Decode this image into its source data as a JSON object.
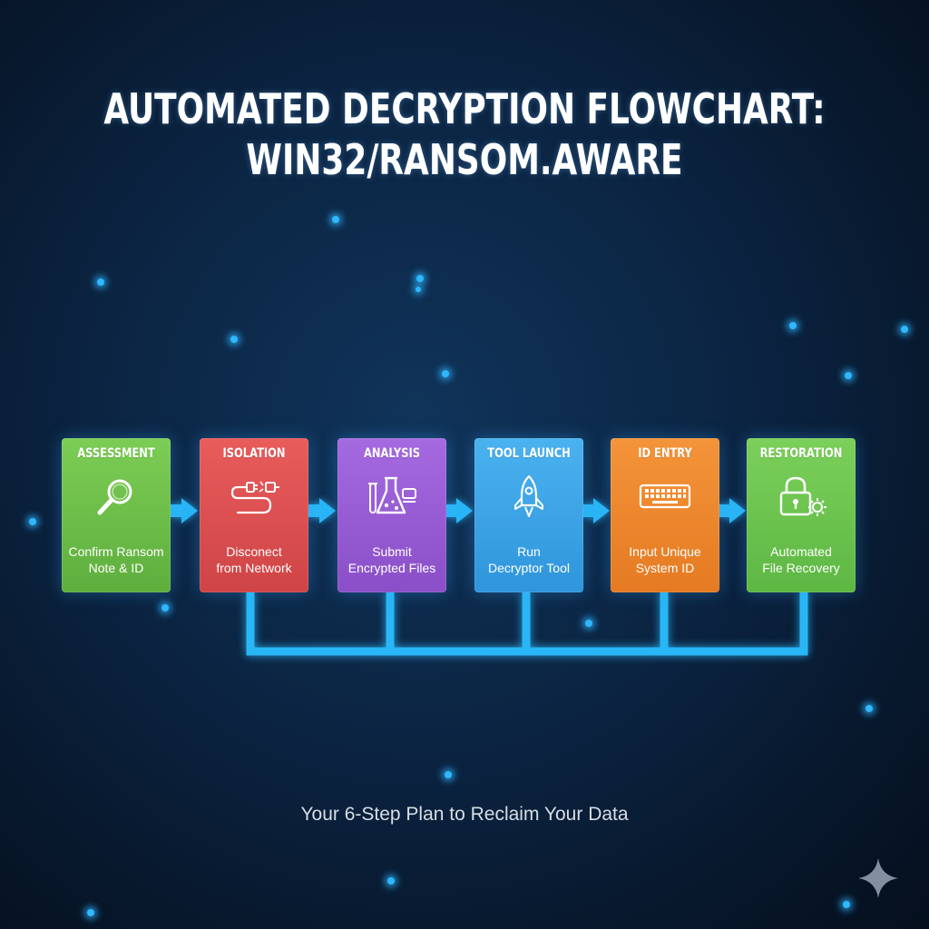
{
  "title": {
    "line1": "AUTOMATED DECRYPTION FLOWCHART:",
    "line2": "WIN32/RANSOM.AWARE"
  },
  "subtitle": "Your 6-Step Plan to Reclaim Your Data",
  "colors": {
    "assessment": "#6cbf4a",
    "isolation": "#e05252",
    "analysis": "#9a5fd6",
    "tool_launch": "#3fa6e8",
    "id_entry": "#f08a2e",
    "restoration": "#6cc14e",
    "connector": "#29b6f6"
  },
  "steps": [
    {
      "title": "ASSESSMENT",
      "line1": "Confirm Ransom",
      "line2": "Note & ID",
      "icon": "magnifier-icon"
    },
    {
      "title": "ISOLATION",
      "line1": "Disconect",
      "line2": "from Network",
      "icon": "unplugged-cable-icon"
    },
    {
      "title": "ANALYSIS",
      "line1": "Submit",
      "line2": "Encrypted Files",
      "icon": "lab-flask-icon"
    },
    {
      "title": "TOOL LAUNCH",
      "line1": "Run",
      "line2": "Decryptor Tool",
      "icon": "rocket-icon"
    },
    {
      "title": "ID ENTRY",
      "line1": "Input Unique",
      "line2": "System ID",
      "icon": "keyboard-icon"
    },
    {
      "title": "RESTORATION",
      "line1": "Automated",
      "line2": "File Recovery",
      "icon": "lock-gear-icon"
    }
  ]
}
